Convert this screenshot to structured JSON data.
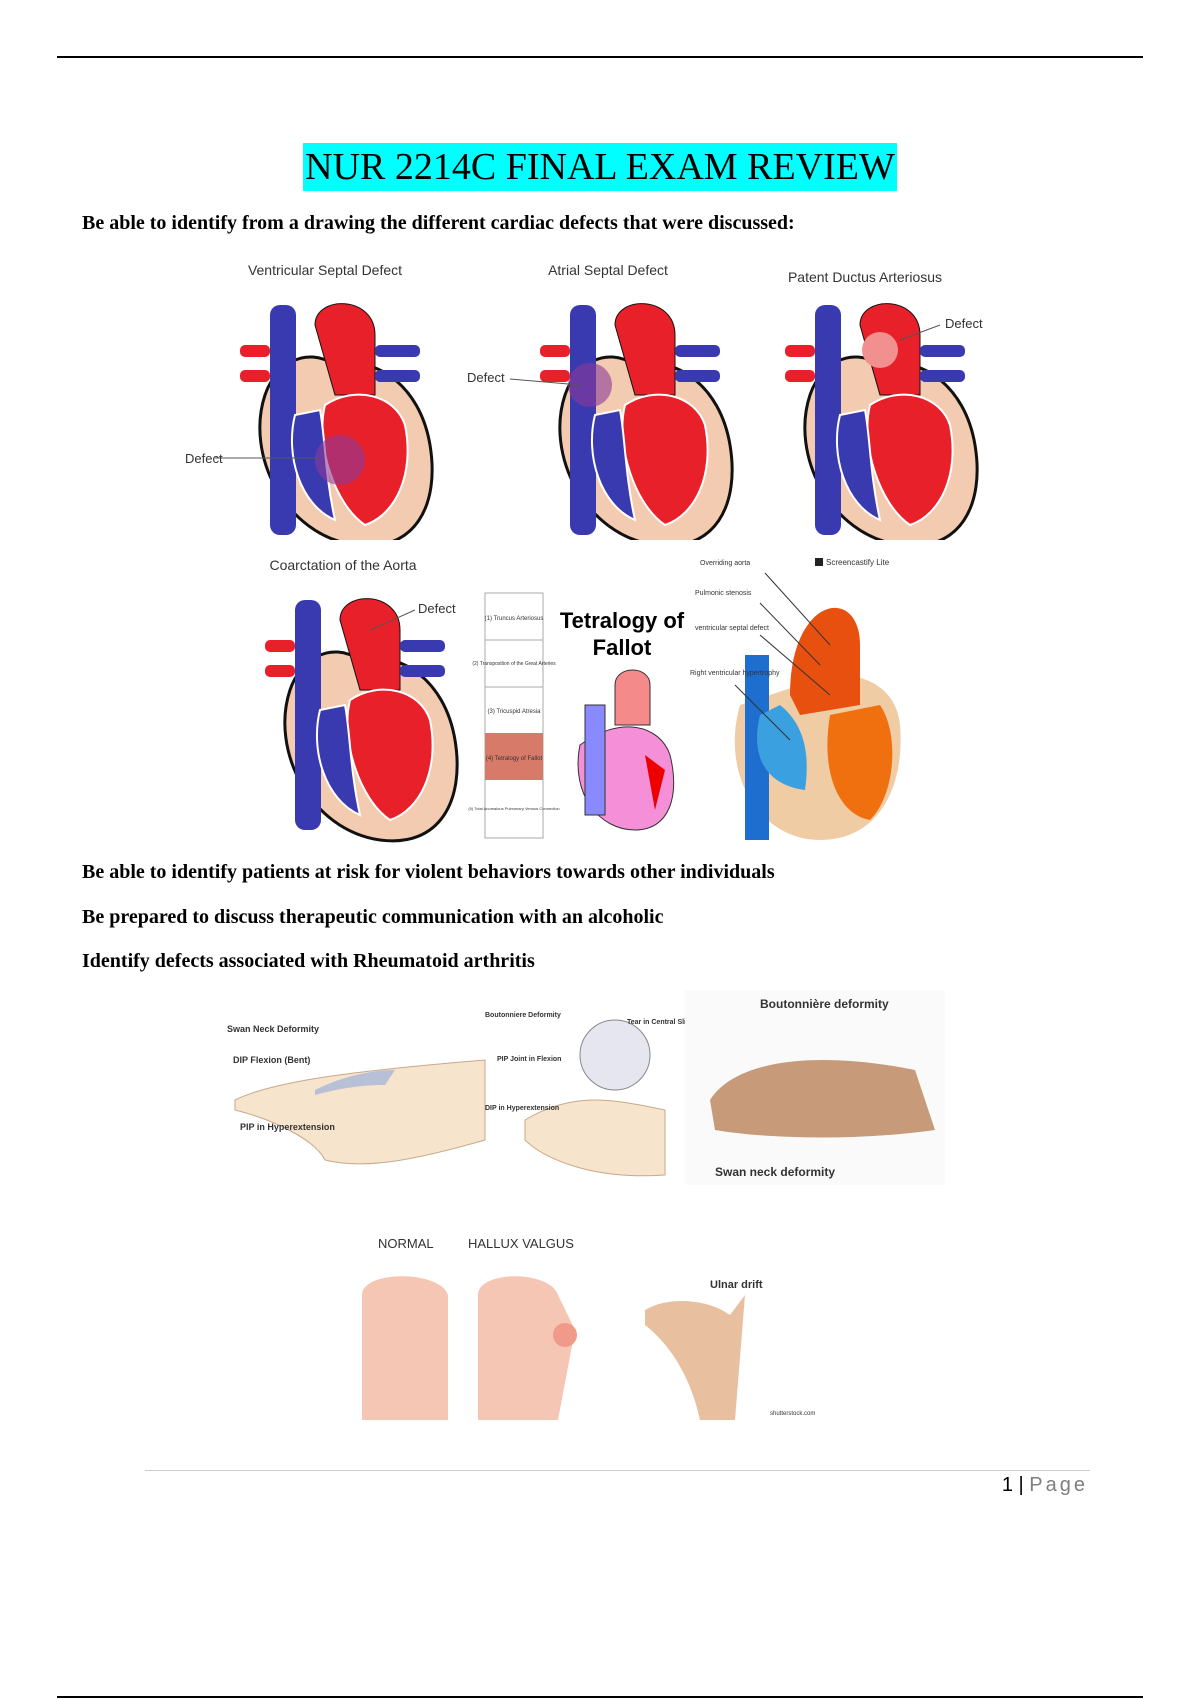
{
  "title": "NUR 2214C FINAL EXAM REVIEW",
  "paragraphs": [
    "Be able to identify from a drawing the different cardiac defects that were discussed:",
    "Be able to identify patients at risk for violent behaviors towards other individuals",
    "Be prepared to discuss therapeutic communication with an alcoholic",
    "Identify defects associated with Rheumatoid arthritis"
  ],
  "cardiac_figures": {
    "vsd": {
      "title": "Ventricular Septal Defect",
      "label": "Defect"
    },
    "asd": {
      "title": "Atrial Septal Defect",
      "label": "Defect"
    },
    "pda": {
      "title": "Patent Ductus Arteriosus",
      "label": "Defect"
    },
    "coa": {
      "title": "Coarctation of the Aorta",
      "label": "Defect"
    },
    "tof": {
      "title_line1": "Tetralogy of",
      "title_line2": "Fallot",
      "list": [
        "(1) Truncus Arteriosus",
        "(2) Transposition of the Great Arteries",
        "(3) Tricuspid Atresia",
        "(4) Tetralogy of Fallot",
        "(5) Total Anomalous Pulmonary Venous Connection"
      ],
      "labels": [
        "Overriding aorta",
        "Pulmonic stenosis",
        "ventricular septal defect",
        "Right ventricular hypertrophy"
      ],
      "watermark": "Screencastify Lite"
    }
  },
  "ra_figures": {
    "swan_neck": {
      "title": "Swan Neck Deformity",
      "labels": [
        "DIP Flexion (Bent)",
        "PIP in Hyperextension"
      ]
    },
    "boutonniere": {
      "title": "Boutonniere Deformity",
      "labels": [
        "Tear in Central Slip",
        "PIP Joint in Flexion",
        "DIP in Hyperextension"
      ]
    },
    "photo": {
      "top": "Boutonnière deformity",
      "bottom": "Swan neck deformity"
    },
    "feet": {
      "normal": "NORMAL",
      "hallux": "HALLUX VALGUS"
    },
    "ulnar": {
      "label": "Ulnar drift",
      "credit": "shutterstock.com"
    }
  },
  "footer": {
    "page_number": "1",
    "separator": "|",
    "page_label": "Page"
  },
  "colors": {
    "highlight": "#00ffff",
    "oxygenated": "#e8202a",
    "deoxygenated": "#3a3ab0",
    "skin": "#f3cbb0"
  }
}
